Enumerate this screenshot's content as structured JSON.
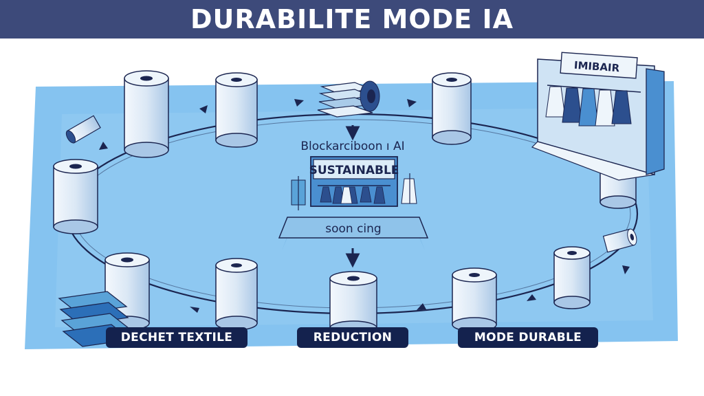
{
  "title": "DURABILITE MODE IA",
  "center": {
    "caption": "Blockarciboon ı AI",
    "banner": "SUSTAINABLE",
    "base_text": "soon cing"
  },
  "store_sign": "IMIBAIR",
  "labels": [
    "DECHET TEXTILE",
    "REDUCTION",
    "MODE DURABLE"
  ],
  "colors": {
    "title_bar": "#3d4a7a",
    "pill": "#14224e",
    "paint": "#7ec0ef",
    "ink": "#1b2550"
  },
  "icons": [
    "fabric-roll-icon",
    "folded-cloth-icon",
    "clothing-store-icon",
    "arrow-icon"
  ]
}
